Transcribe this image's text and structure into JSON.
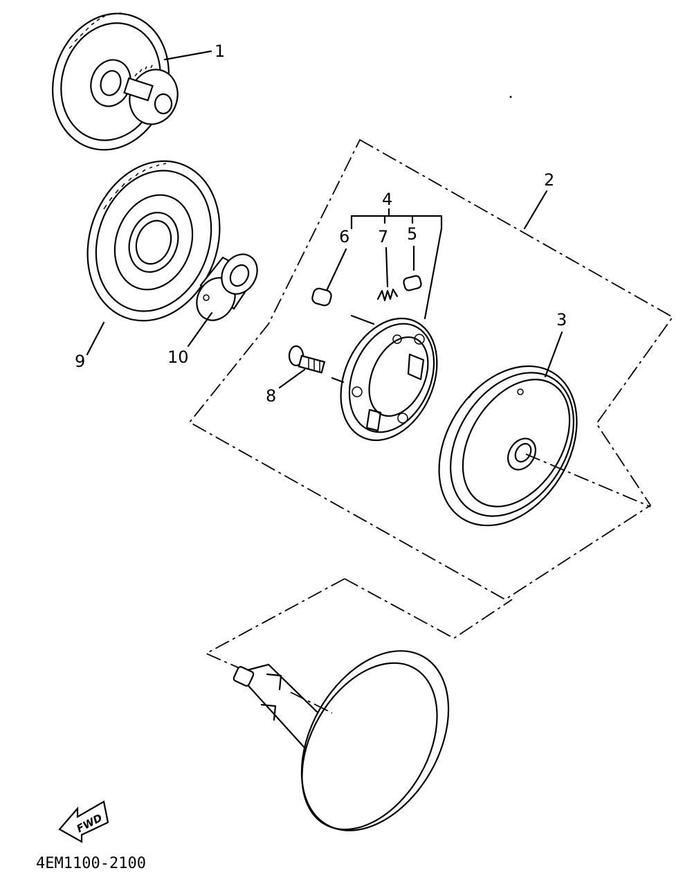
{
  "callouts": {
    "c1": "1",
    "c2": "2",
    "c3": "3",
    "c4": "4",
    "c5": "5",
    "c6": "6",
    "c7": "7",
    "c8": "8",
    "c9": "9",
    "c10": "10"
  },
  "fwd_label": "FWD",
  "part_number": "4EM1100-2100",
  "icons": {
    "fwd_arrow": "fwd-arrow-icon"
  }
}
